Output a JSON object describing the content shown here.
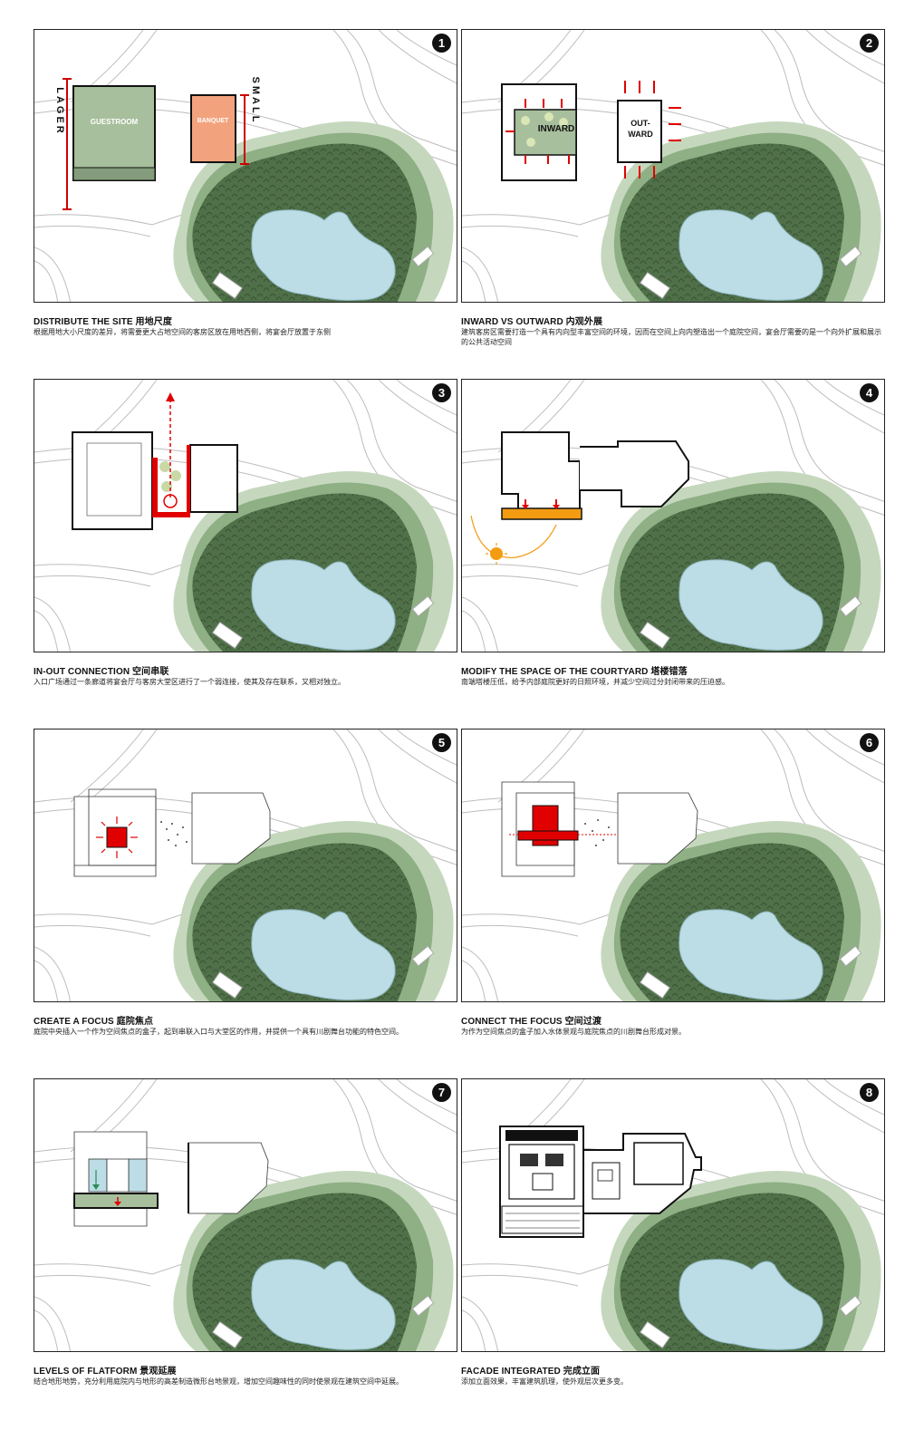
{
  "panels": [
    {
      "number": "1",
      "title": "DISTRIBUTE THE SITE 用地尺度",
      "desc": "根据用地大小尺度的差异，将需要更大占地空间的客房区放在用地西侧，将宴会厅放置于东侧",
      "labels": {
        "guestroom": "GUESTROOM",
        "banquet": "BANQUET",
        "large": "LAGER",
        "small": "SMALL"
      }
    },
    {
      "number": "2",
      "title": "INWARD VS OUTWARD 内观外展",
      "desc": "建筑客房区需要打造一个具有内向型丰富空间的环境，因而在空间上向内塑造出一个庭院空间，宴会厅需要的是一个向外扩展和展示的公共活动空间",
      "labels": {
        "inward": "INWARD",
        "out_line1": "OUT-",
        "out_line2": "WARD"
      }
    },
    {
      "number": "3",
      "title": "IN-OUT CONNECTION 空间串联",
      "desc": "入口广场通过一条廊道将宴会厅与客房大堂区进行了一个弱连接，使其及存在联系，又相对独立。"
    },
    {
      "number": "4",
      "title": "MODIFY THE SPACE OF THE COURTYARD 塔楼错落",
      "desc": "南端塔楼压低，给予内部庭院更好的日照环境，并减少空间过分封闭带来的压迫感。"
    },
    {
      "number": "5",
      "title": "CREATE A FOCUS 庭院焦点",
      "desc": "庭院中央插入一个作为空间焦点的盒子，起到串联入口与大堂区的作用，并提供一个具有川剧舞台功能的特色空间。"
    },
    {
      "number": "6",
      "title": "CONNECT THE FOCUS 空间过渡",
      "desc": "为作为空间焦点的盒子加入水体景观与庭院焦点的川剧舞台形成对景。"
    },
    {
      "number": "7",
      "title": "LEVELS OF FLATFORM 景观延展",
      "desc": "结合地形地势，充分利用庭院内与地形的高差制造微形台地景观，增加空间趣味性的同时使景观在建筑空间中延展。"
    },
    {
      "number": "8",
      "title": "FACADE INTEGRATED 完成立面",
      "desc": "添加立面效果，丰富建筑肌理，使外观层次更多变。"
    }
  ],
  "colors": {
    "park_dark": "#4d6e45",
    "park_light": "#b9cfb0",
    "lake": "#bcdde6",
    "accent_red": "#e00000",
    "guestroom": "#a7bf9c",
    "banquet": "#f2a37e",
    "orange": "#f39c12"
  }
}
